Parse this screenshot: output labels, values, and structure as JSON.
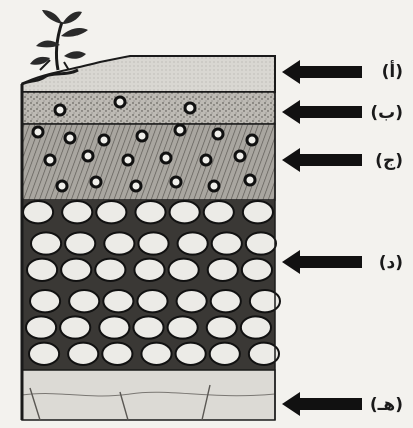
{
  "title": "",
  "layers": [
    {
      "id": "a",
      "label": "(أ)"
    },
    {
      "id": "b",
      "label": "(ب)"
    },
    {
      "id": "c",
      "label": "(ج)"
    },
    {
      "id": "d",
      "label": "(د)"
    },
    {
      "id": "e",
      "label": "(هـ)"
    }
  ],
  "colors": {
    "ink": "#1a1a1a",
    "paper": "#f3f2ee",
    "stone": "#ececea"
  },
  "icons": {
    "plant": "plant-icon",
    "arrow": "arrow-left-icon"
  }
}
